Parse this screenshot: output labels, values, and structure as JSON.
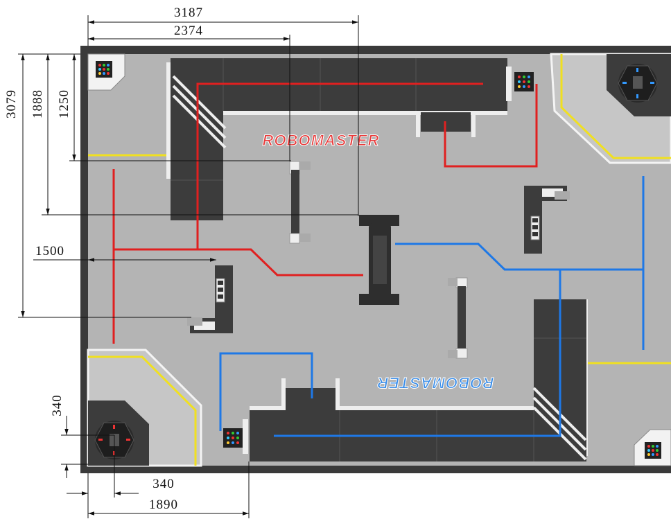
{
  "dimensions": {
    "top_outer": "3187",
    "top_inner": "2374",
    "left_outer": "3079",
    "left_mid": "1888",
    "left_inner": "1250",
    "left_horizontal": "1500",
    "corner_vertical": "340",
    "bottom_inner": "340",
    "bottom_outer": "1890"
  },
  "logos": {
    "top": "ROBOMASTER",
    "bottom": "ROBOMASTER"
  },
  "colors": {
    "field_floor": "#b4b4b4",
    "field_border": "#3a3a3a",
    "wall_dark": "#3c3c3c",
    "red_path": "#e02020",
    "blue_path": "#1e78e6",
    "yellow_line": "#f0e020",
    "logo_red": "#e83a3a",
    "logo_blue": "#3a8de8"
  }
}
